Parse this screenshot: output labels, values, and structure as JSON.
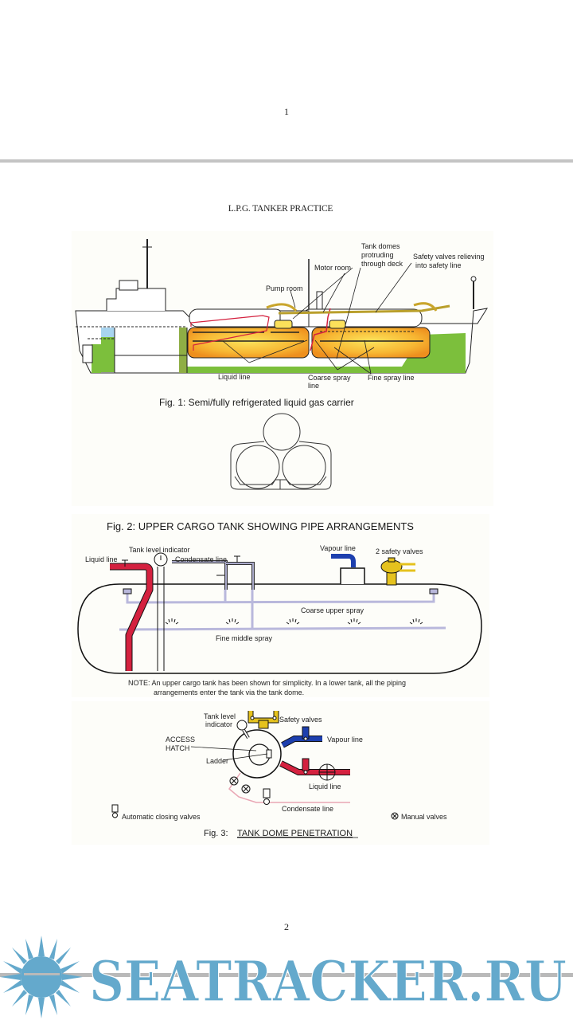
{
  "document": {
    "top_page_number": "1",
    "running_title": "L.P.G. TANKER PRACTICE",
    "bottom_page_number": "2"
  },
  "fig1": {
    "caption": "Fig. 1: Semi/fully refrigerated liquid gas carrier",
    "labels": {
      "tank_domes_1": "Tank domes",
      "tank_domes_2": "protruding",
      "tank_domes_3": "through deck",
      "safety_valves_1": "Safety valves relieving",
      "safety_valves_2": "into safety line",
      "motor_room": "Motor room",
      "pump_room": "Pump room",
      "liquid_line": "Liquid line",
      "coarse_spray_1": "Coarse spray",
      "coarse_spray_2": "line",
      "fine_spray": "Fine spray line"
    }
  },
  "fig2": {
    "title": "Fig. 2: UPPER CARGO TANK SHOWING PIPE  ARRANGEMENTS",
    "labels": {
      "tank_level_indicator": "Tank level indicator",
      "liquid_line": "Liquid line",
      "condensate_line": "Condensate line",
      "vapour_line": "Vapour line",
      "safety_valves": "2 safety valves",
      "coarse_upper_spray": "Coarse upper spray",
      "fine_middle_spray": "Fine middle spray"
    },
    "note_1": "NOTE: An upper cargo tank has been shown for simplicity. In a lower tank, all the piping",
    "note_2": "arrangements enter the tank via the tank dome."
  },
  "fig3": {
    "caption_prefix": "Fig. 3:",
    "caption_title": "TANK DOME PENETRATION",
    "labels": {
      "tank_level_1": "Tank level",
      "tank_level_2": "indicator",
      "safety_valves": "Safety valves",
      "access_1": "ACCESS",
      "access_2": "HATCH",
      "vapour_line": "Vapour line",
      "ladder": "Ladder",
      "liquid_line": "Liquid line",
      "condensate_line": "Condensate line"
    },
    "legend": {
      "automatic": "Automatic closing valves",
      "manual": "Manual valves"
    }
  },
  "watermark": {
    "text": "SEATRACKER.RU",
    "color": "#64a9cc"
  },
  "colors": {
    "liquid": "#d4213f",
    "vapour": "#1d3fae",
    "safety": "#e5c21e",
    "spray": "#b9b8dc",
    "tank_fill_outer": "#f0a020",
    "tank_fill_inner": "#fbe05a",
    "hull_green": "#7cbf3c",
    "hull_blue": "#a8d4ef"
  }
}
